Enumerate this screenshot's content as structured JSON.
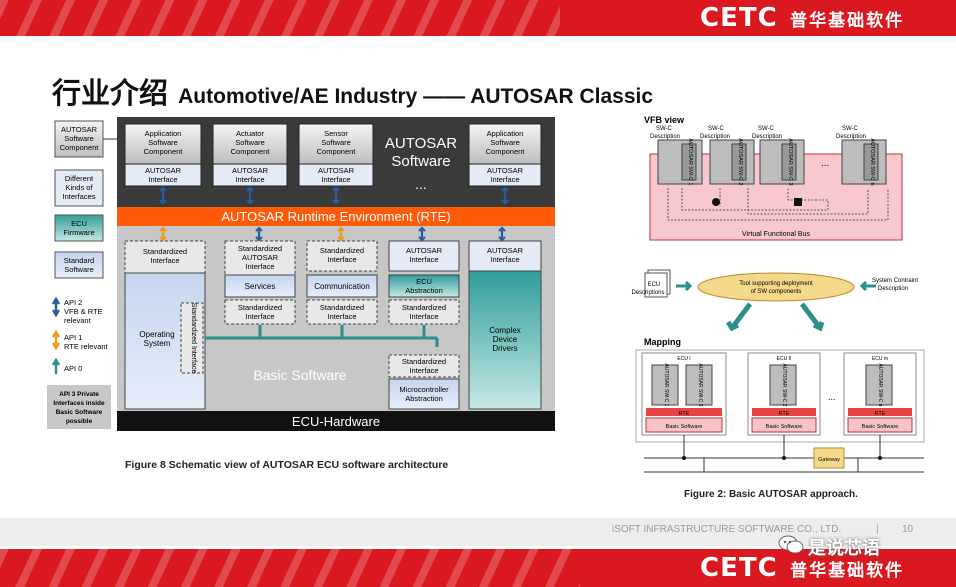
{
  "header": {
    "logo_mark": "CETC",
    "logo_cn": "普华基础软件"
  },
  "slide": {
    "title_cn": "行业介绍",
    "title_en": "Automotive/AE Industry —— AUTOSAR Classic"
  },
  "figure8": {
    "legend": [
      {
        "lines": [
          "AUTOSAR",
          "Software",
          "Component"
        ]
      },
      {
        "lines": [
          "Different",
          "Kinds of",
          "Interfaces"
        ]
      },
      {
        "lines": [
          "ECU",
          "Firmware"
        ]
      },
      {
        "lines": [
          "Standard",
          "Software"
        ]
      }
    ],
    "api": [
      {
        "lines": [
          "API 2",
          "VFB & RTE",
          "relevant"
        ]
      },
      {
        "lines": [
          "API 1",
          "RTE relevant"
        ]
      },
      {
        "lines": [
          "API 0"
        ]
      }
    ],
    "api3": [
      "API 3 Private",
      "Interfaces inside",
      "Basic Software",
      "possible"
    ],
    "components": [
      {
        "lines": [
          "Application",
          "Software",
          "Component"
        ],
        "iface": [
          "AUTOSAR",
          "Interface"
        ]
      },
      {
        "lines": [
          "Actuator",
          "Software",
          "Component"
        ],
        "iface": [
          "AUTOSAR",
          "Interface"
        ]
      },
      {
        "lines": [
          "Sensor",
          "Software",
          "Component"
        ],
        "iface": [
          "AUTOSAR",
          "Interface"
        ]
      },
      {
        "lines": [
          "Application",
          "Software",
          "Component"
        ],
        "iface": [
          "AUTOSAR",
          "Interface"
        ]
      }
    ],
    "autosar_software": [
      "AUTOSAR",
      "Software"
    ],
    "rte": "AUTOSAR Runtime Environment (RTE)",
    "std_interface": [
      "Standardized",
      "Interface"
    ],
    "std_autosar_interface": [
      "Standardized",
      "AUTOSAR",
      "Interface"
    ],
    "autosar_interface": [
      "AUTOSAR",
      "Interface"
    ],
    "services": "Services",
    "communication": "Communication",
    "ecu_abstraction": [
      "ECU",
      "Abstraction"
    ],
    "operating_system": [
      "Operating",
      "System"
    ],
    "std_interface_vertical": "Standardized Interface",
    "basic_software": "Basic Software",
    "complex_drivers": [
      "Complex",
      "Device",
      "Drivers"
    ],
    "mcu_abstraction": [
      "Microcontroller",
      "Abstraction"
    ],
    "ecu_hardware": "ECU-Hardware",
    "caption": "Figure 8 Schematic view of AUTOSAR ECU software architecture"
  },
  "figure2": {
    "vfb_view": "VFB view",
    "swc_labels": [
      "SW-C",
      "Description"
    ],
    "swc_boxes": [
      "AUTOSAR SW-C 1",
      "AUTOSAR SW-C 2",
      "AUTOSAR SW-C 3",
      "AUTOSAR SW-C n"
    ],
    "ellipsis": "...",
    "vfb_bus": "Virtual Functional Bus",
    "ecu_desc": [
      "ECU",
      "Descriptions"
    ],
    "tool": [
      "Tool supporting deployment",
      "of SW components"
    ],
    "sys_constraint": [
      "System Contraint",
      "Description"
    ],
    "mapping": "Mapping",
    "ecus": [
      {
        "name": "ECU I",
        "swc": [
          "AUTOSAR SW-C 1",
          "AUTOSAR SW-C 3"
        ]
      },
      {
        "name": "ECU II",
        "swc": [
          "AUTOSAR SW-C 2"
        ]
      },
      {
        "name": "ECU m",
        "swc": [
          "AUTOSAR SW-C n"
        ]
      }
    ],
    "rte": "RTE",
    "basic_software": "Basic Software",
    "gateway": "Gateway",
    "caption": "Figure 2: Basic AUTOSAR approach."
  },
  "footer": {
    "company": "iSOFT INFRASTRUCTURE SOFTWARE CO., LTD.",
    "sep": "|",
    "page": "10",
    "watermark": "是说芯语"
  },
  "colors": {
    "brand_red": "#d9181f",
    "rte_orange": "#ff5a0a",
    "bsw_blue": "#c9d9ee",
    "teal": "#2c8f8a"
  }
}
